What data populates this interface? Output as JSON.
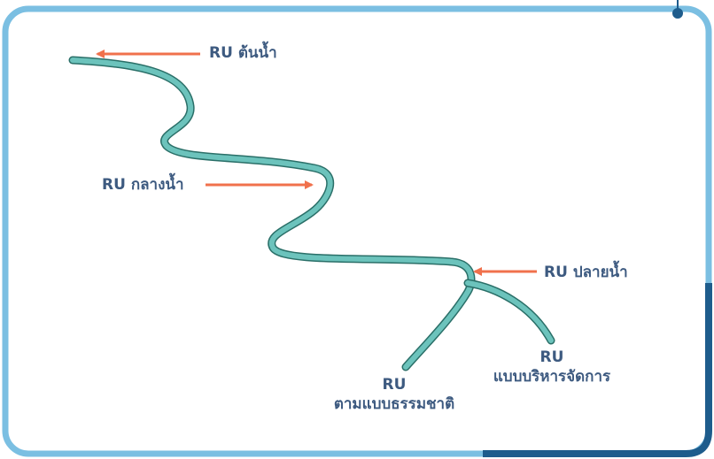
{
  "labels": {
    "source": "RU ต้นน้ำ",
    "middle": "RU กลางน้ำ",
    "downstream": "RU ปลายน้ำ",
    "natural_line1": "RU",
    "natural_line2": "ตามแบบธรรมชาติ",
    "managed_line1": "RU",
    "managed_line2": "แบบบริหารจัดการ"
  },
  "colors": {
    "frame_border": "#7bbfe2",
    "frame_accent_dark": "#1e5c8c",
    "river_main": "#6cc3bc",
    "river_shadow": "#2a6f68",
    "arrow": "#f0714c",
    "label_text": "#3d5a80"
  }
}
